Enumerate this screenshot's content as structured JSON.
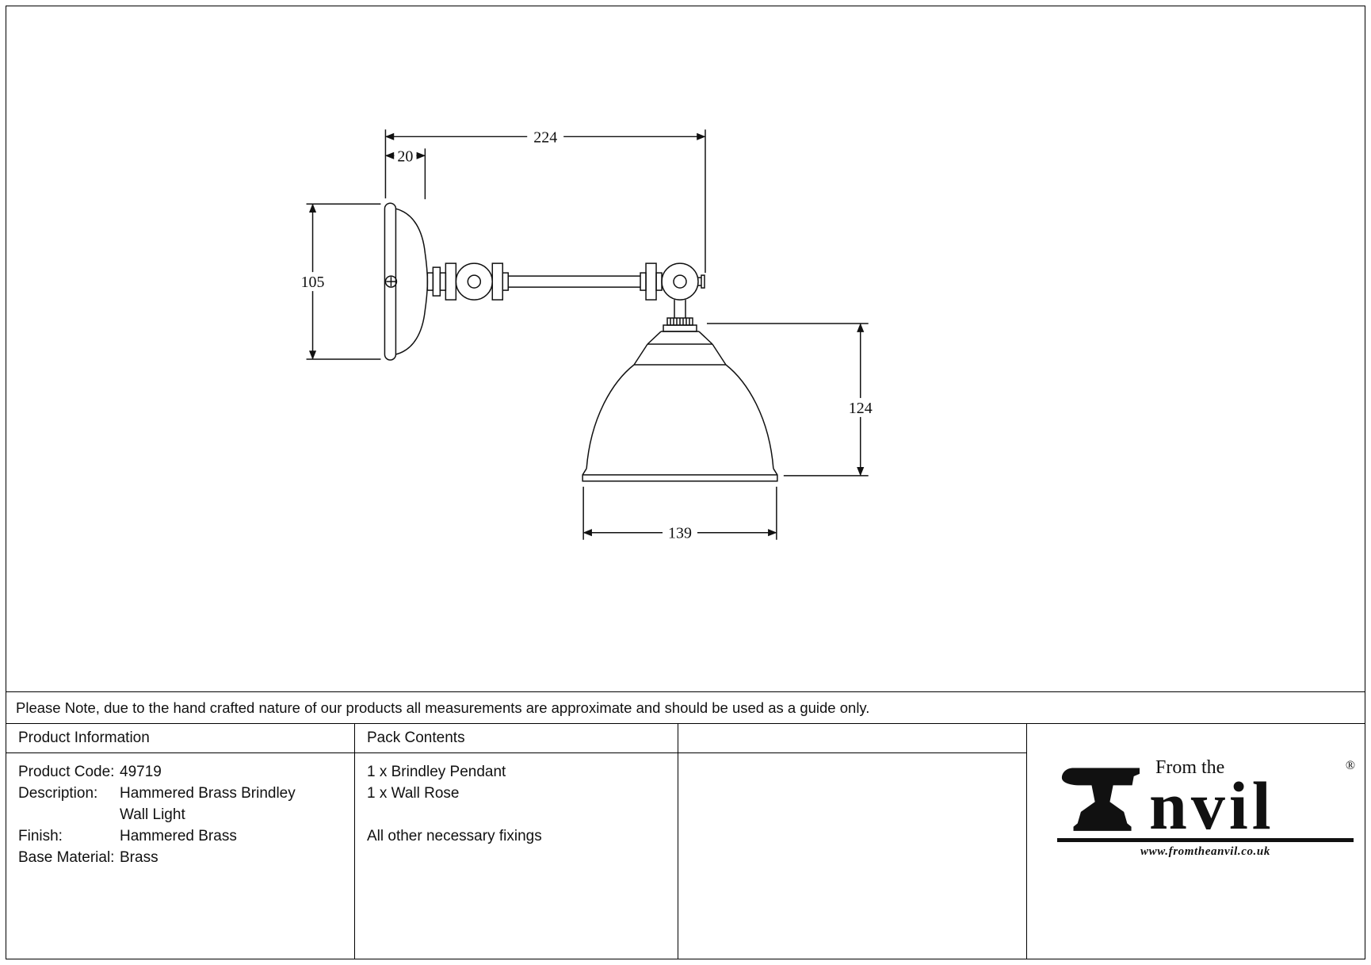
{
  "drawing": {
    "dims": {
      "overall_width": "224",
      "backplate_depth": "20",
      "rose_height": "105",
      "shade_height": "124",
      "shade_width": "139"
    }
  },
  "note": {
    "text": "Please Note, due to the hand crafted nature of our products all measurements are approximate and should be used as a guide only."
  },
  "table": {
    "product_info": {
      "header": "Product Information",
      "rows": [
        {
          "label": "Product Code:",
          "value": "49719"
        },
        {
          "label": "Description:",
          "value": "Hammered Brass Brindley"
        },
        {
          "label": "",
          "value": "Wall Light"
        },
        {
          "label": "Finish:",
          "value": "Hammered Brass"
        },
        {
          "label": "Base Material:",
          "value": "Brass"
        }
      ]
    },
    "pack_contents": {
      "header": "Pack Contents",
      "lines": [
        "1 x Brindley Pendant",
        "1 x Wall Rose",
        "",
        "All other necessary fixings"
      ]
    },
    "extra_column_header": ""
  },
  "logo": {
    "from_the": "From the",
    "name_rest": "nvil",
    "registered": "®",
    "url": "www.fromtheanvil.co.uk"
  }
}
